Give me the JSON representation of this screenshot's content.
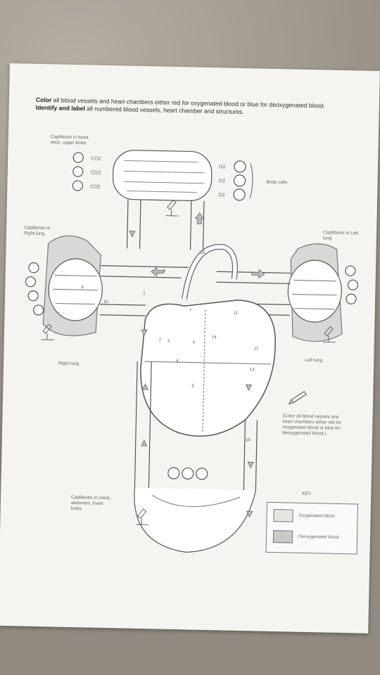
{
  "instructions": {
    "line1_bold": "Color",
    "line1_rest": " all blood vessels and heart chambers either red for oxygenated blood or blue for deoxygenated blood.",
    "line2_bold": "Identify and label",
    "line2_rest": " all numbered blood vessels, heart chamber and structures."
  },
  "labels": {
    "cap_head": "Capillaries in head, neck, upper limbs",
    "body_cells": "Body cells",
    "cap_right_lung": "Capillaries in Right lung",
    "cap_left_lung": "Capillaries in Left lung",
    "right_lung": "Right lung",
    "left_lung": "Left lung",
    "cap_lower": "Capillaries in chest, abdomen, lower limbs",
    "color_note": "(Color all blood vessels and heart chambers either red for oxygenated blood or blue for deoxygenated blood.)"
  },
  "gases": {
    "co2": "CO2",
    "o2": "O2"
  },
  "numbers": [
    "1",
    "2",
    "3",
    "4",
    "5",
    "6",
    "7",
    "8",
    "9",
    "10",
    "11",
    "12",
    "13",
    "14",
    "15",
    "16"
  ],
  "key": {
    "title": "KEY",
    "oxygenated": "Oxygenated blood",
    "deoxygenated": "Deoxygenated blood"
  }
}
